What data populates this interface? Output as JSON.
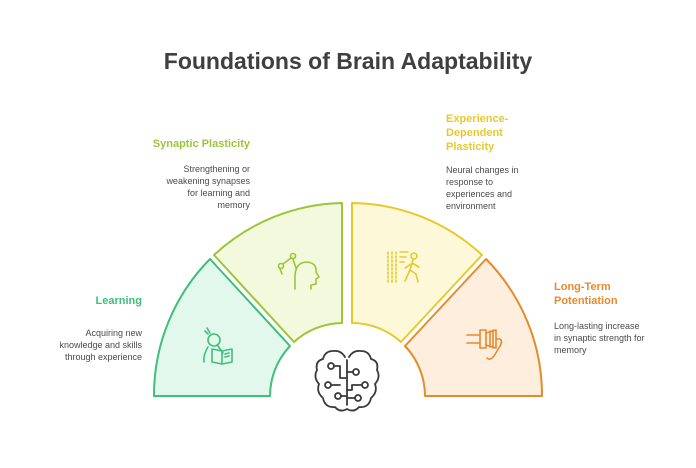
{
  "title": "Foundations of Brain Adaptability",
  "sections": [
    {
      "heading": "Learning",
      "description_lines": [
        "Acquiring new",
        "knowledge and skills",
        "through experience"
      ],
      "icon": "reading-person-icon",
      "color": "#3fbf79",
      "fill": "#e3f8ec"
    },
    {
      "heading": "Synaptic Plasticity",
      "description_lines": [
        "Strengthening or",
        "weakening synapses",
        "for learning and",
        "memory"
      ],
      "icon": "head-with-connections-icon",
      "color": "#9cc53a",
      "fill": "#f3f9dd"
    },
    {
      "heading_lines": [
        "Experience-",
        "Dependent",
        "Plasticity"
      ],
      "description_lines": [
        "Neural changes in",
        "response to",
        "experiences and",
        "environment"
      ],
      "icon": "walking-person-icon",
      "color": "#e8c92c",
      "fill": "#fdf8d8"
    },
    {
      "heading_lines": [
        "Long-Term",
        "Potentiation"
      ],
      "description_lines": [
        "Long-lasting increase",
        "in synaptic strength for",
        "memory"
      ],
      "icon": "connector-plug-icon",
      "color": "#e68a2e",
      "fill": "#fdeedd"
    }
  ],
  "center_icon": "brain-circuit-icon"
}
